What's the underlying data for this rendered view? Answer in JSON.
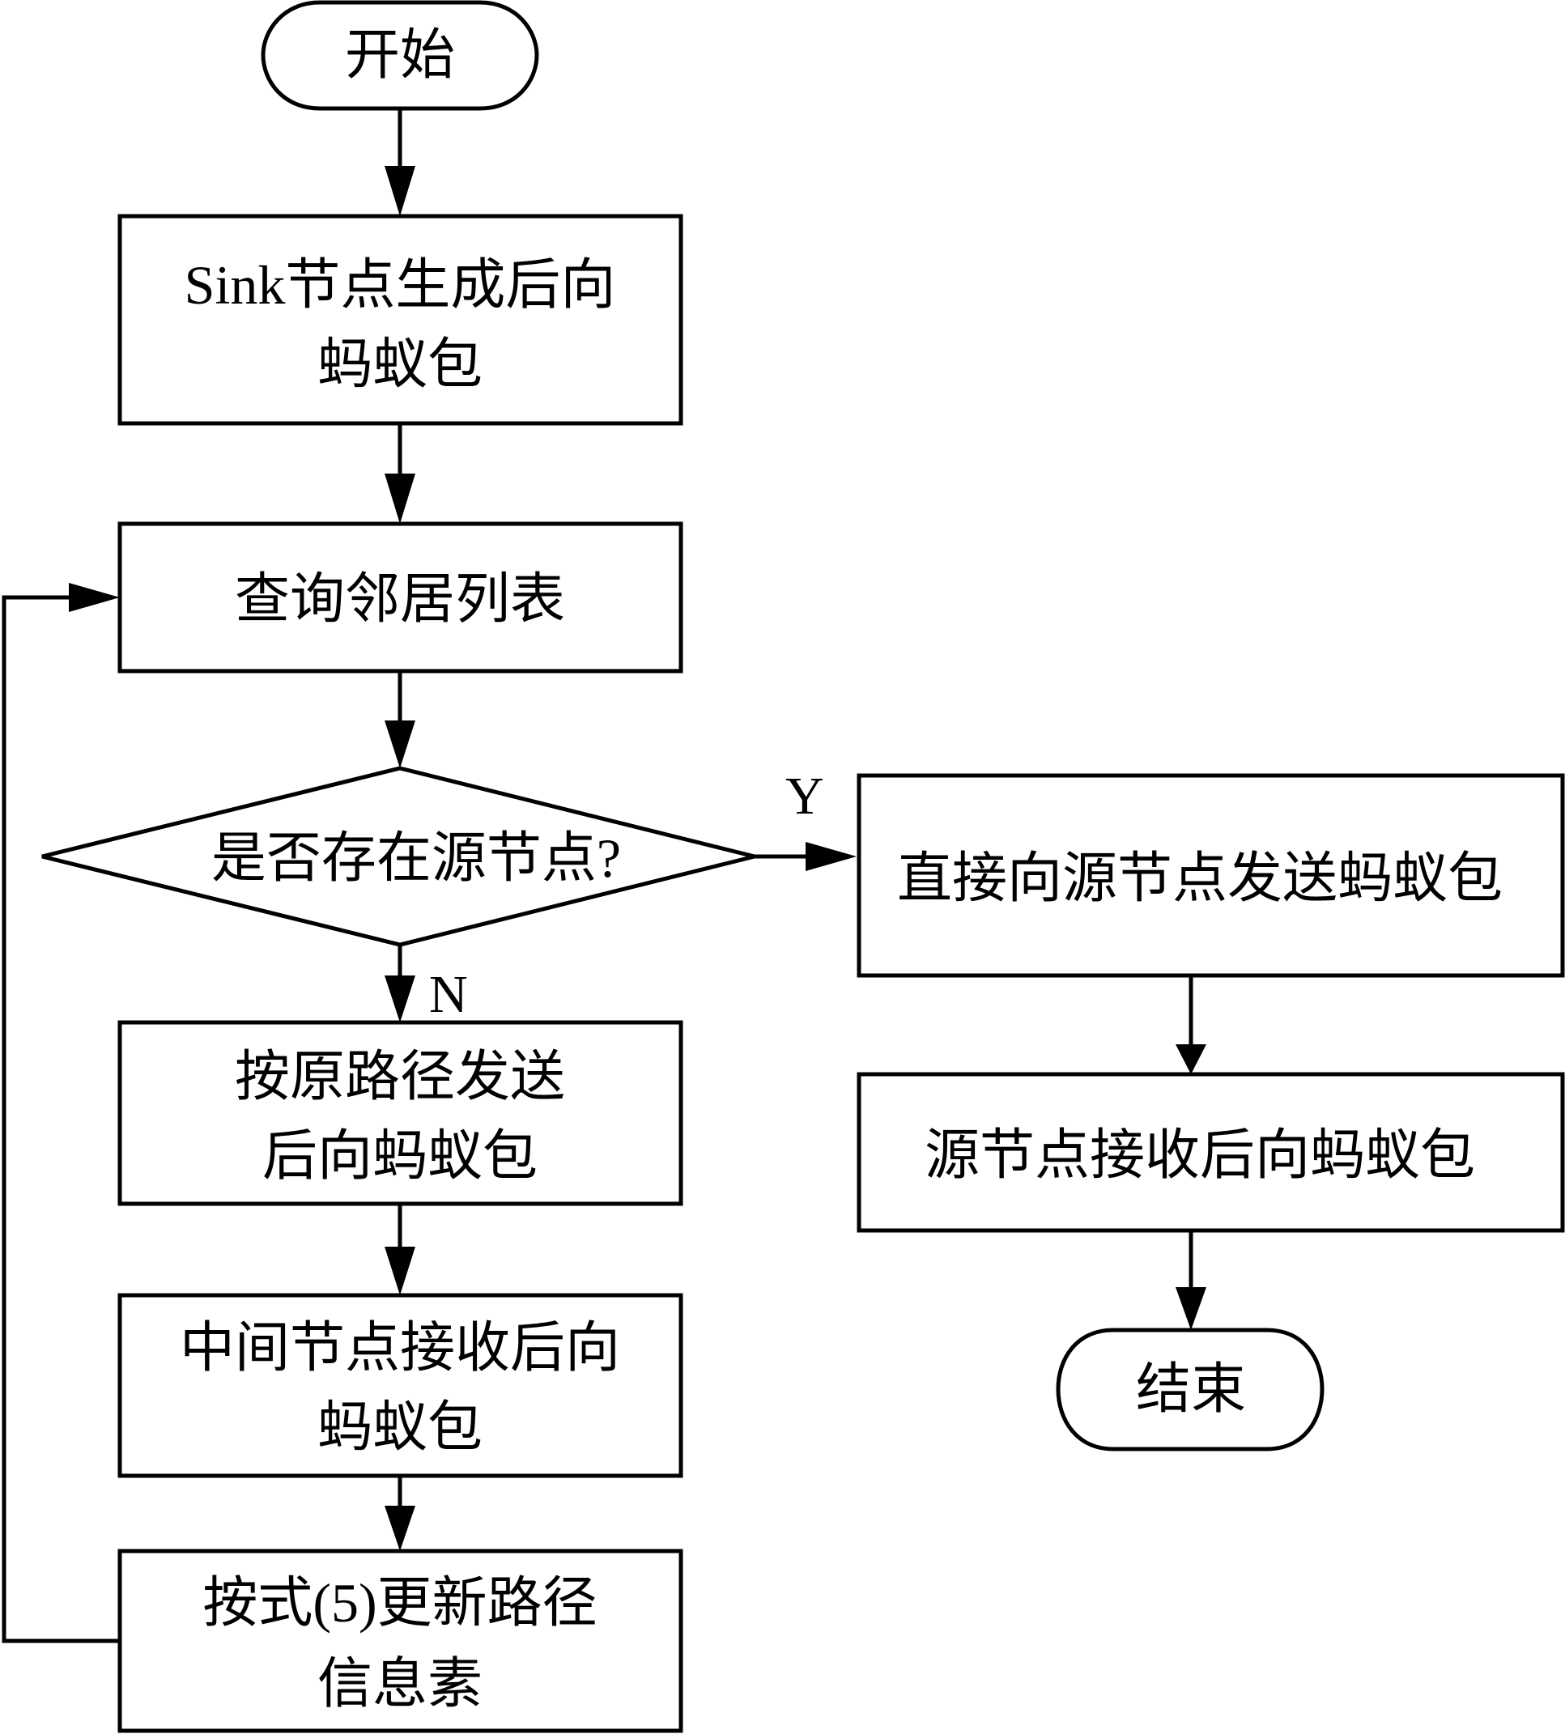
{
  "diagram": {
    "type": "flowchart",
    "nodes": {
      "start": {
        "kind": "terminator",
        "lines": [
          "开始"
        ]
      },
      "sink_generate": {
        "kind": "process",
        "lines": [
          "Sink节点生成后向",
          "蚂蚁包"
        ]
      },
      "query_neighbors": {
        "kind": "process",
        "lines": [
          "查询邻居列表"
        ]
      },
      "has_source": {
        "kind": "decision",
        "lines": [
          "是否存在源节点?"
        ]
      },
      "send_original_path": {
        "kind": "process",
        "lines": [
          "按原路径发送",
          "后向蚂蚁包"
        ]
      },
      "intermediate_receive": {
        "kind": "process",
        "lines": [
          "中间节点接收后向",
          "蚂蚁包"
        ]
      },
      "update_pheromone": {
        "kind": "process",
        "lines": [
          "按式(5)更新路径",
          "信息素"
        ]
      },
      "send_direct": {
        "kind": "process",
        "lines": [
          "直接向源节点发送蚂蚁包"
        ]
      },
      "source_receive": {
        "kind": "process",
        "lines": [
          "源节点接收后向蚂蚁包"
        ]
      },
      "end": {
        "kind": "terminator",
        "lines": [
          "结束"
        ]
      }
    },
    "edges": [
      {
        "from": "start",
        "to": "sink_generate",
        "label": ""
      },
      {
        "from": "sink_generate",
        "to": "query_neighbors",
        "label": ""
      },
      {
        "from": "query_neighbors",
        "to": "has_source",
        "label": ""
      },
      {
        "from": "has_source",
        "to": "send_direct",
        "label": "Y"
      },
      {
        "from": "has_source",
        "to": "send_original_path",
        "label": "N"
      },
      {
        "from": "send_original_path",
        "to": "intermediate_receive",
        "label": ""
      },
      {
        "from": "intermediate_receive",
        "to": "update_pheromone",
        "label": ""
      },
      {
        "from": "update_pheromone",
        "to": "query_neighbors",
        "label": ""
      },
      {
        "from": "send_direct",
        "to": "source_receive",
        "label": ""
      },
      {
        "from": "source_receive",
        "to": "end",
        "label": ""
      }
    ],
    "branch_labels": {
      "yes": "Y",
      "no": "N"
    }
  }
}
